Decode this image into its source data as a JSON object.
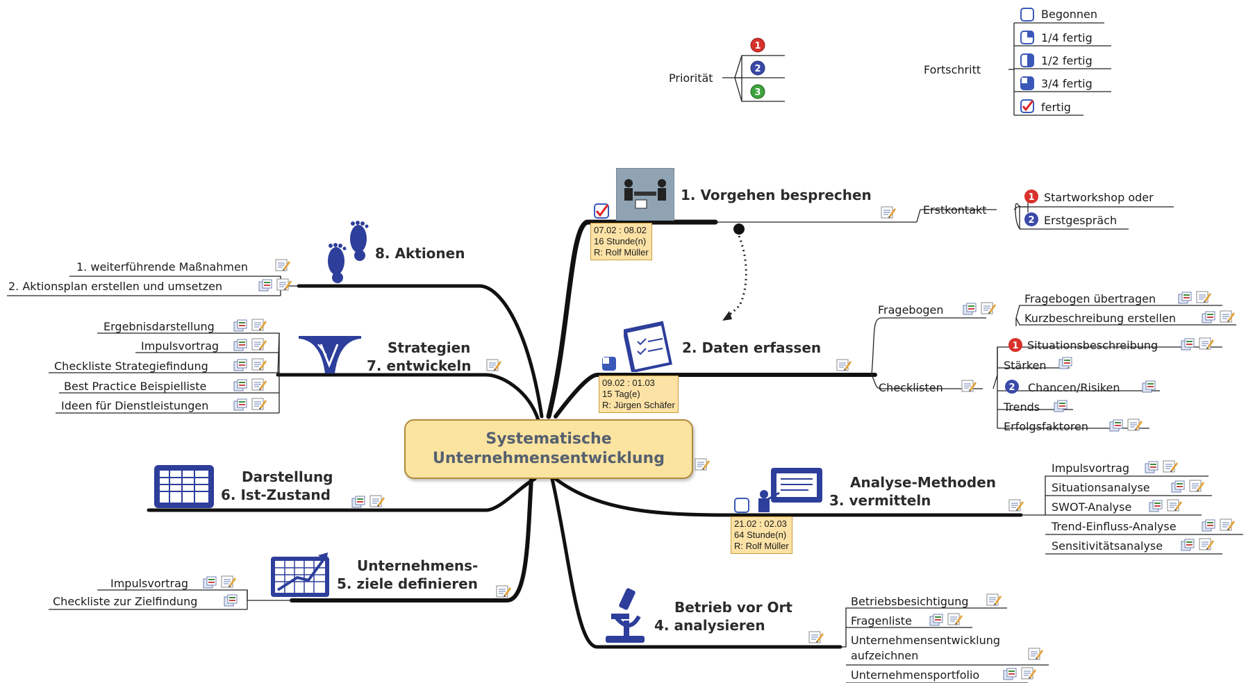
{
  "center": {
    "line1": "Systematische",
    "line2": "Unternehmensentwicklung"
  },
  "legend": {
    "priority": {
      "title": "Priorität",
      "items": [
        "1",
        "2",
        "3"
      ]
    },
    "progress": {
      "title": "Fortschritt",
      "items": [
        "Begonnen",
        "1/4 fertig",
        "1/2 fertig",
        "3/4 fertig",
        "fertig"
      ]
    }
  },
  "branches": {
    "b1": {
      "title": "1. Vorgehen besprechen",
      "task": {
        "dates": "07.02 : 08.02",
        "duration": "16 Stunde(n)",
        "resource": "R: Rolf Müller"
      },
      "child": "Erstkontakt",
      "leaves": [
        "Startworkshop oder",
        "Erstgespräch"
      ],
      "leaf_priorities": [
        "1",
        "2"
      ]
    },
    "b2": {
      "title": "2. Daten erfassen",
      "task": {
        "dates": "09.02 : 01.03",
        "duration": "15 Tag(e)",
        "resource": "R: Jürgen Schäfer"
      },
      "fragebogen": {
        "label": "Fragebogen",
        "leaves": [
          "Fragebogen übertragen",
          "Kurzbeschreibung erstellen"
        ]
      },
      "checklisten": {
        "label": "Checklisten",
        "leaves": [
          "Situationsbeschreibung",
          "Stärken",
          "Chancen/Risiken",
          "Trends",
          "Erfolgsfaktoren"
        ],
        "priorities": [
          "1",
          "2"
        ]
      }
    },
    "b3": {
      "title_line1": "Analyse-Methoden",
      "title_line2": "3. vermitteln",
      "task": {
        "dates": "21.02 : 02.03",
        "duration": "64 Stunde(n)",
        "resource": "R: Rolf Müller"
      },
      "leaves": [
        "Impulsvortrag",
        "Situationsanalyse",
        "SWOT-Analyse",
        "Trend-Einfluss-Analyse",
        "Sensitivitätsanalyse"
      ]
    },
    "b4": {
      "title_line1": "Betrieb vor Ort",
      "title_line2": "4. analysieren",
      "leaves": [
        "Betriebsbesichtigung",
        "Fragenliste",
        "Unternehmensentwicklung",
        "aufzeichnen",
        "Unternehmensportfolio"
      ]
    },
    "b5": {
      "title_line1": "Unternehmens-",
      "title_line2": "5. ziele definieren",
      "leaves": [
        "Impulsvortrag",
        "Checkliste zur Zielfindung"
      ]
    },
    "b6": {
      "title_line1": "Darstellung",
      "title_line2": "6. Ist-Zustand"
    },
    "b7": {
      "title_line1": "Strategien",
      "title_line2": "7. entwickeln",
      "leaves": [
        "Ergebnisdarstellung",
        "Impulsvortrag",
        "Checkliste Strategiefindung",
        "Best Practice Beispielliste",
        "Ideen für Dienstleistungen"
      ]
    },
    "b8": {
      "title": "8. Aktionen",
      "leaves": [
        "1. weiterführende Maßnahmen",
        "2. Aktionsplan erstellen und umsetzen"
      ]
    }
  },
  "colors": {
    "branch": "#111111",
    "center_fill": "#fbe3a0",
    "task_fill": "#fde2a6",
    "icon_blue": "#2d3e9b",
    "prio1": "#d9322b",
    "prio2": "#3a4aa8",
    "prio3": "#3ea33e"
  }
}
